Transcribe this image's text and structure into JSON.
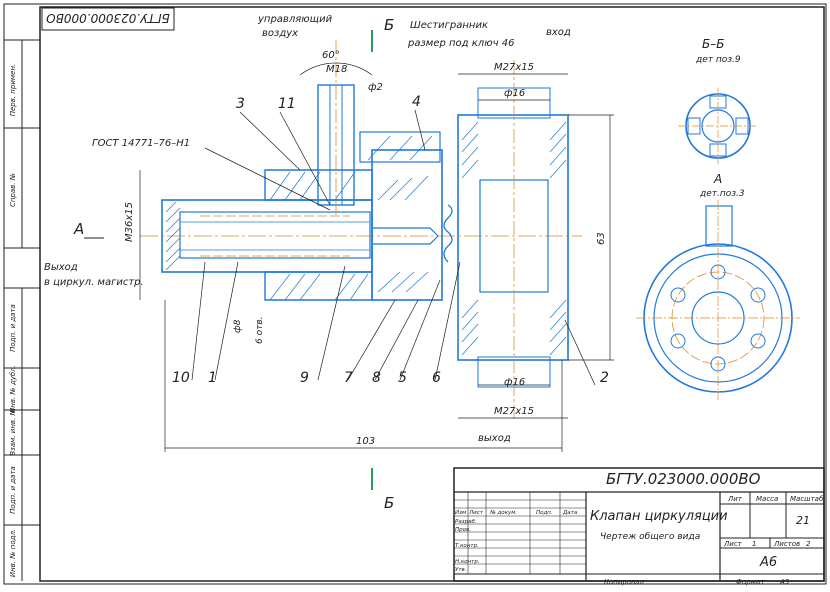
{
  "title_block": {
    "designation": "БГТУ.023000.000ВО",
    "designation_rotated": "БГТУ.023000.000ВО",
    "part_name": "Клапан циркуляции",
    "doc_type": "Чертеж общего вида",
    "col_lit": "Лит",
    "col_mass": "Масса",
    "col_scale": "Масштаб",
    "scale_value": "21",
    "sheet_label": "Лист",
    "sheet_value": "1",
    "sheets_label": "Листов",
    "sheets_value": "2",
    "org": "А6",
    "copied": "Копировал",
    "format_label": "Формат",
    "format_value": "А3",
    "rows": [
      "Изм",
      "Лист",
      "№ докум.",
      "Подп.",
      "Дата",
      "Разраб.",
      "Пров.",
      "Т.контр.",
      "Н.контр.",
      "Утв."
    ]
  },
  "side_stamp": [
    "Перв. примен.",
    "Справ. №",
    "Подп. и дата",
    "Инв. № дубл.",
    "Взам. инв. №",
    "Подп. и дата",
    "Инв. № подл."
  ],
  "labels": {
    "ctrl_air": "управляющий",
    "ctrl_air2": "воздух",
    "section_b_top": "Б",
    "hex_title": "Шестигранник",
    "hex_size": "размер под ключ 46",
    "inlet": "вход",
    "outlet_top": "выход",
    "outlet_left": "Выход",
    "outlet_left2": "в циркул. магистр.",
    "gost": "ГОСТ 14771–76–Н1",
    "angle": "60°",
    "m18": "М18",
    "phi2": "ф2",
    "m27_top": "М27х15",
    "m27_bottom": "М27х15",
    "phi16_top": "ф16",
    "phi16_bottom": "ф16",
    "m36": "М36х15",
    "dim_63": "63",
    "dim_103": "103",
    "phi8": "ф8",
    "holes": "6 отв.",
    "view_a": "А",
    "view_a_arrow": "А",
    "section_bb": "Б–Б",
    "section_bb_sub": "дет поз.9",
    "view_a_sub": "дет.поз.3",
    "section_b_bottom": "Б"
  },
  "callouts": [
    "3",
    "11",
    "4",
    "10",
    "1",
    "9",
    "7",
    "8",
    "5",
    "6",
    "2"
  ]
}
